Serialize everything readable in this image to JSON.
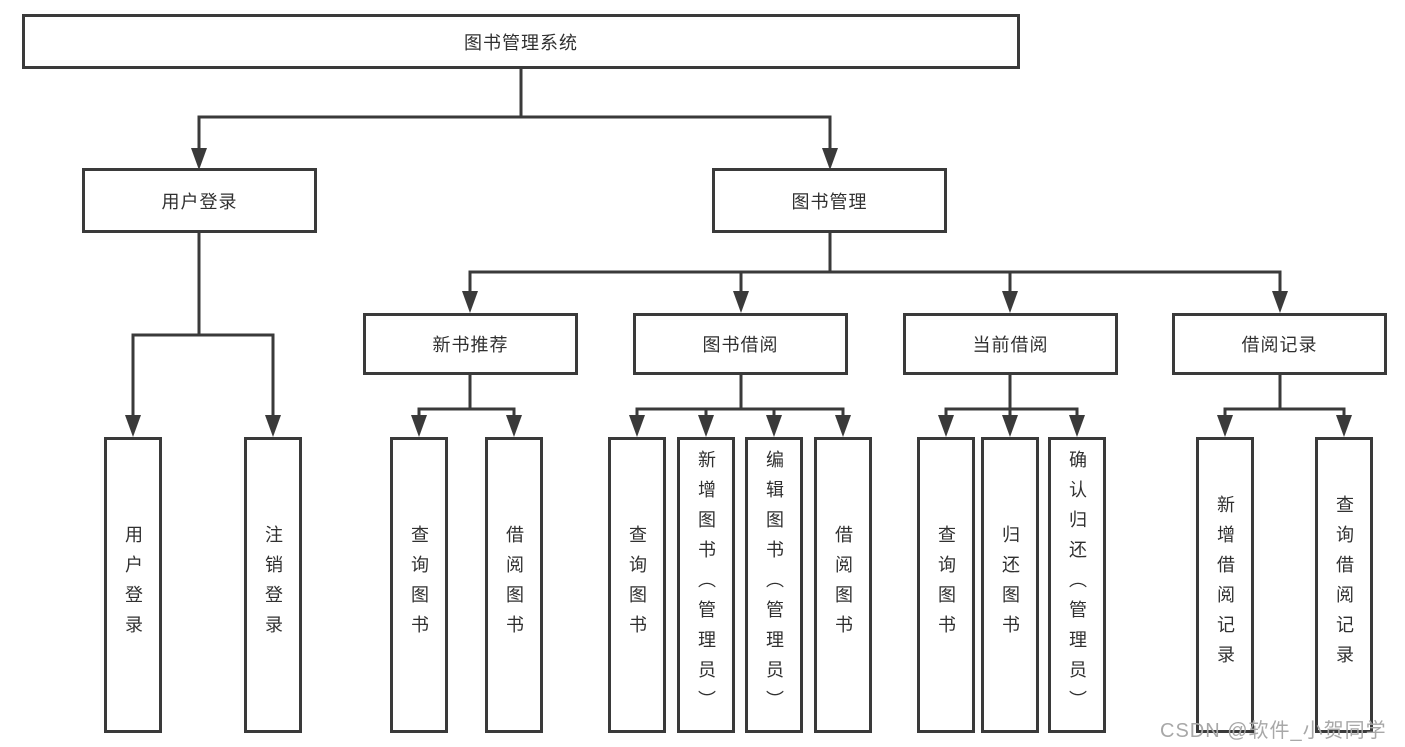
{
  "diagram": {
    "tree": {
      "root": "图书管理系统",
      "branches": [
        {
          "label": "用户登录",
          "children": [
            "用户登录",
            "注销登录"
          ]
        },
        {
          "label": "图书管理",
          "children": [
            {
              "label": "新书推荐",
              "children": [
                "查询图书",
                "借阅图书"
              ]
            },
            {
              "label": "图书借阅",
              "children": [
                "查询图书",
                "新增图书（管理员）",
                "编辑图书（管理员）",
                "借阅图书"
              ]
            },
            {
              "label": "当前借阅",
              "children": [
                "查询图书",
                "归还图书",
                "确认归还（管理员）"
              ]
            },
            {
              "label": "借阅记录",
              "children": [
                "新增借阅记录",
                "查询借阅记录"
              ]
            }
          ]
        }
      ]
    },
    "colors": {
      "line": "#3a3a3a",
      "box_border": "#3a3a3a",
      "box_fill": "#ffffff",
      "text": "#303030",
      "watermark": "#a8a8a8",
      "background": "#ffffff"
    }
  },
  "watermark": {
    "text": "CSDN @软件_小贺同学"
  }
}
